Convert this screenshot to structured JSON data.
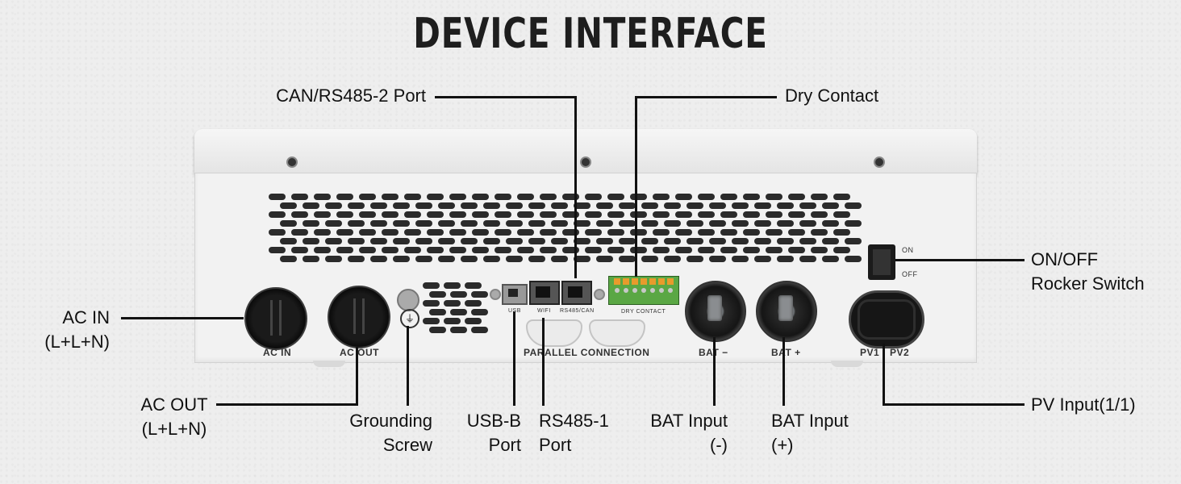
{
  "title": "DEVICE INTERFACE",
  "callouts": {
    "can_rs485_2": "CAN/RS485-2 Port",
    "dry_contact": "Dry Contact",
    "ac_in": [
      "AC IN",
      "(L+L+N)"
    ],
    "ac_out": [
      "AC OUT",
      "(L+L+N)"
    ],
    "grounding": [
      "Grounding",
      "Screw"
    ],
    "usb_b": [
      "USB-B",
      "Port"
    ],
    "rs485_1": [
      "RS485-1",
      "Port"
    ],
    "bat_neg": [
      "BAT Input",
      "(-)"
    ],
    "bat_pos": [
      "BAT Input",
      "(+)"
    ],
    "on_off": [
      "ON/OFF",
      "Rocker Switch"
    ],
    "pv_input": "PV Input(1/1)"
  },
  "device_labels": {
    "ac_in": "AC IN",
    "ac_out": "AC OUT",
    "usb": "USB",
    "wifi": "WIFI",
    "rs485_can": "RS485/CAN",
    "dry_contact": "DRY CONTACT",
    "parallel": "PARALLEL CONNECTION",
    "bat_minus": "BAT −",
    "bat_plus": "BAT +",
    "pv1": "PV1",
    "pv2": "PV2",
    "on": "ON",
    "off": "OFF"
  },
  "colors": {
    "background": "#eeeeee",
    "device": "#f2f2f2",
    "terminal_green": "#5aa744",
    "line": "#111111"
  }
}
